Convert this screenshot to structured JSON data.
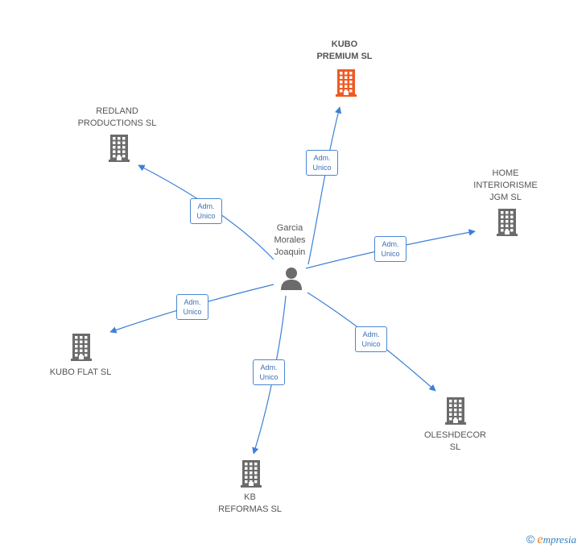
{
  "center": {
    "name": "Garcia\nMorales\nJoaquin"
  },
  "companies": [
    {
      "id": "kubo-premium",
      "name": "KUBO\nPREMIUM  SL",
      "highlight": true
    },
    {
      "id": "redland",
      "name": "REDLAND\nPRODUCTIONS SL",
      "highlight": false
    },
    {
      "id": "home-interiorisme",
      "name": "HOME\nINTERIORISME\nJGM  SL",
      "highlight": false
    },
    {
      "id": "kubo-flat",
      "name": "KUBO FLAT  SL",
      "highlight": false
    },
    {
      "id": "oleshdecor",
      "name": "OLESHDECOR\nSL",
      "highlight": false
    },
    {
      "id": "kb-reformas",
      "name": "KB\nREFORMAS  SL",
      "highlight": false
    }
  ],
  "edge_label": "Adm.\nUnico",
  "colors": {
    "edge": "#3d7fd6",
    "building": "#6b6b6b",
    "highlight": "#ee5a24",
    "person": "#6b6b6b"
  },
  "icons": {
    "company": "building-icon",
    "center": "person-icon"
  },
  "copyright": {
    "symbol": "©",
    "brand_first": "e",
    "brand_rest": "mpresia"
  }
}
